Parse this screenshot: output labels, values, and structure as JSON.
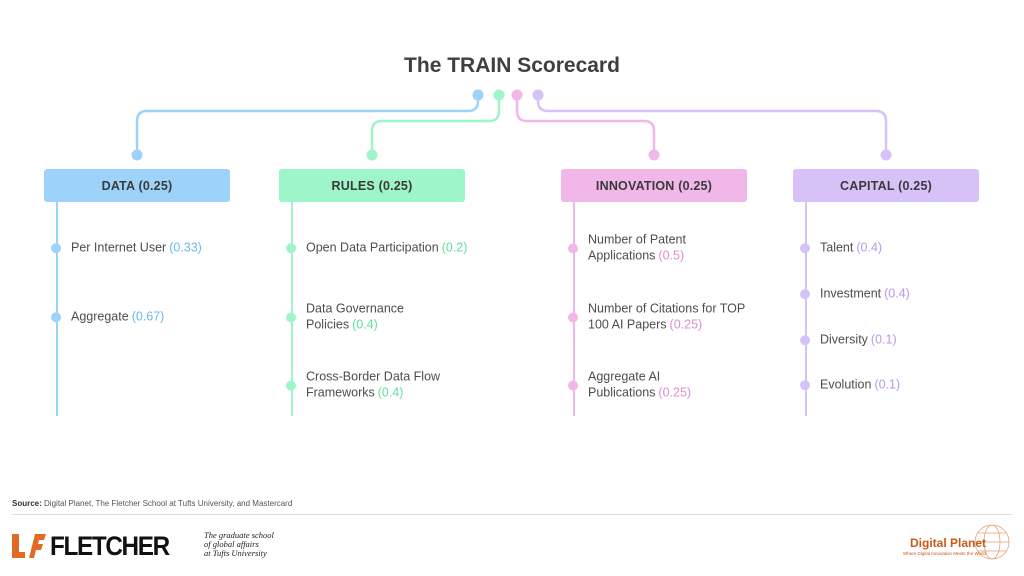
{
  "title": "The TRAIN Scorecard",
  "columns": [
    {
      "header": "DATA (0.25)",
      "color": "#9dd3f9",
      "accent": "#6bb9ec",
      "items": [
        {
          "label": "Per Internet User",
          "weight": "(0.33)"
        },
        {
          "label": "Aggregate",
          "weight": "(0.67)"
        }
      ]
    },
    {
      "header": "RULES (0.25)",
      "color": "#9ef5c9",
      "accent": "#5fe0a0",
      "items": [
        {
          "label": "Open Data Participation",
          "weight": "(0.2)"
        },
        {
          "label": "Data Governance Policies",
          "weight": "(0.4)"
        },
        {
          "label": "Cross-Border Data Flow Frameworks",
          "weight": "(0.4)"
        }
      ]
    },
    {
      "header": "INNOVATION (0.25)",
      "color": "#f0b7e8",
      "accent": "#dd8ed2",
      "items": [
        {
          "label": "Number of Patent Applications",
          "weight": "(0.5)"
        },
        {
          "label": "Number of Citations for TOP 100 AI Papers",
          "weight": "(0.25)"
        },
        {
          "label": "Aggregate AI Publications",
          "weight": "(0.25)"
        }
      ]
    },
    {
      "header": "CAPITAL (0.25)",
      "color": "#d7c2f8",
      "accent": "#b89aea",
      "items": [
        {
          "label": "Talent",
          "weight": "(0.4)"
        },
        {
          "label": "Investment",
          "weight": "(0.4)"
        },
        {
          "label": "Diversity",
          "weight": "(0.1)"
        },
        {
          "label": "Evolution",
          "weight": "(0.1)"
        }
      ]
    }
  ],
  "source": {
    "label": "Source:",
    "text": "Digital Planet, The Fletcher School at Tufts University, and Mastercard"
  },
  "footer": {
    "fletcher_logo": "FLETCHER",
    "tagline": [
      "The graduate school",
      "of global affairs",
      "at Tufts University"
    ],
    "digital_planet_logo": "Digital Planet",
    "digital_planet_slogan": "Where Digital Innovation Meets the World"
  },
  "icons": {
    "fletcher_mark": "lf-monogram-icon",
    "digital_planet_mark": "planet-grid-icon"
  }
}
